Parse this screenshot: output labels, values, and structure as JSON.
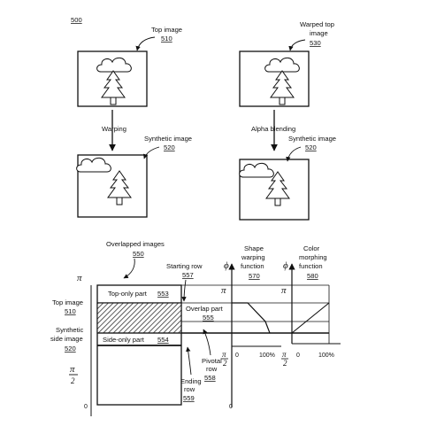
{
  "figure_number": "500",
  "top_section": {
    "top_image": {
      "label": "Top image",
      "ref": "510"
    },
    "warped_top_image": {
      "label_line1": "Warped top",
      "label_line2": "image",
      "ref": "530"
    },
    "warping_label": "Warping",
    "alpha_blending_label": "Alpha blending",
    "synthetic_image_left": {
      "label": "Synthetic image",
      "ref": "520"
    },
    "synthetic_image_right": {
      "label": "Synthetic image",
      "ref": "520"
    }
  },
  "bottom_section": {
    "overlapped_images": {
      "label": "Overlapped images",
      "ref": "550"
    },
    "starting_row": {
      "label": "Starting row",
      "ref": "557"
    },
    "shape_warping": {
      "line1": "Shape",
      "line2": "warping",
      "line3": "function",
      "ref": "570"
    },
    "color_morphing": {
      "line1": "Color",
      "line2": "morphing",
      "line3": "function",
      "ref": "580"
    },
    "top_image": {
      "label": "Top image",
      "ref": "510"
    },
    "synthetic_side_image": {
      "line1": "Synthetic",
      "line2": "side image",
      "ref": "520"
    },
    "top_only_part": {
      "label": "Top-only part",
      "ref": "553"
    },
    "overlap_part": {
      "label": "Overlap part",
      "ref": "555"
    },
    "side_only_part": {
      "label": "Side-only part",
      "ref": "554"
    },
    "pivotal_row": {
      "line1": "Pivotal",
      "line2": "row",
      "ref": "558"
    },
    "ending_row": {
      "line1": "Ending",
      "line2": "row",
      "ref": "559"
    },
    "pi": "π",
    "phi": "ϕ",
    "pi_over_2_num": "π",
    "pi_over_2_den": "2",
    "zero": "0",
    "hundred_percent": "100%"
  }
}
